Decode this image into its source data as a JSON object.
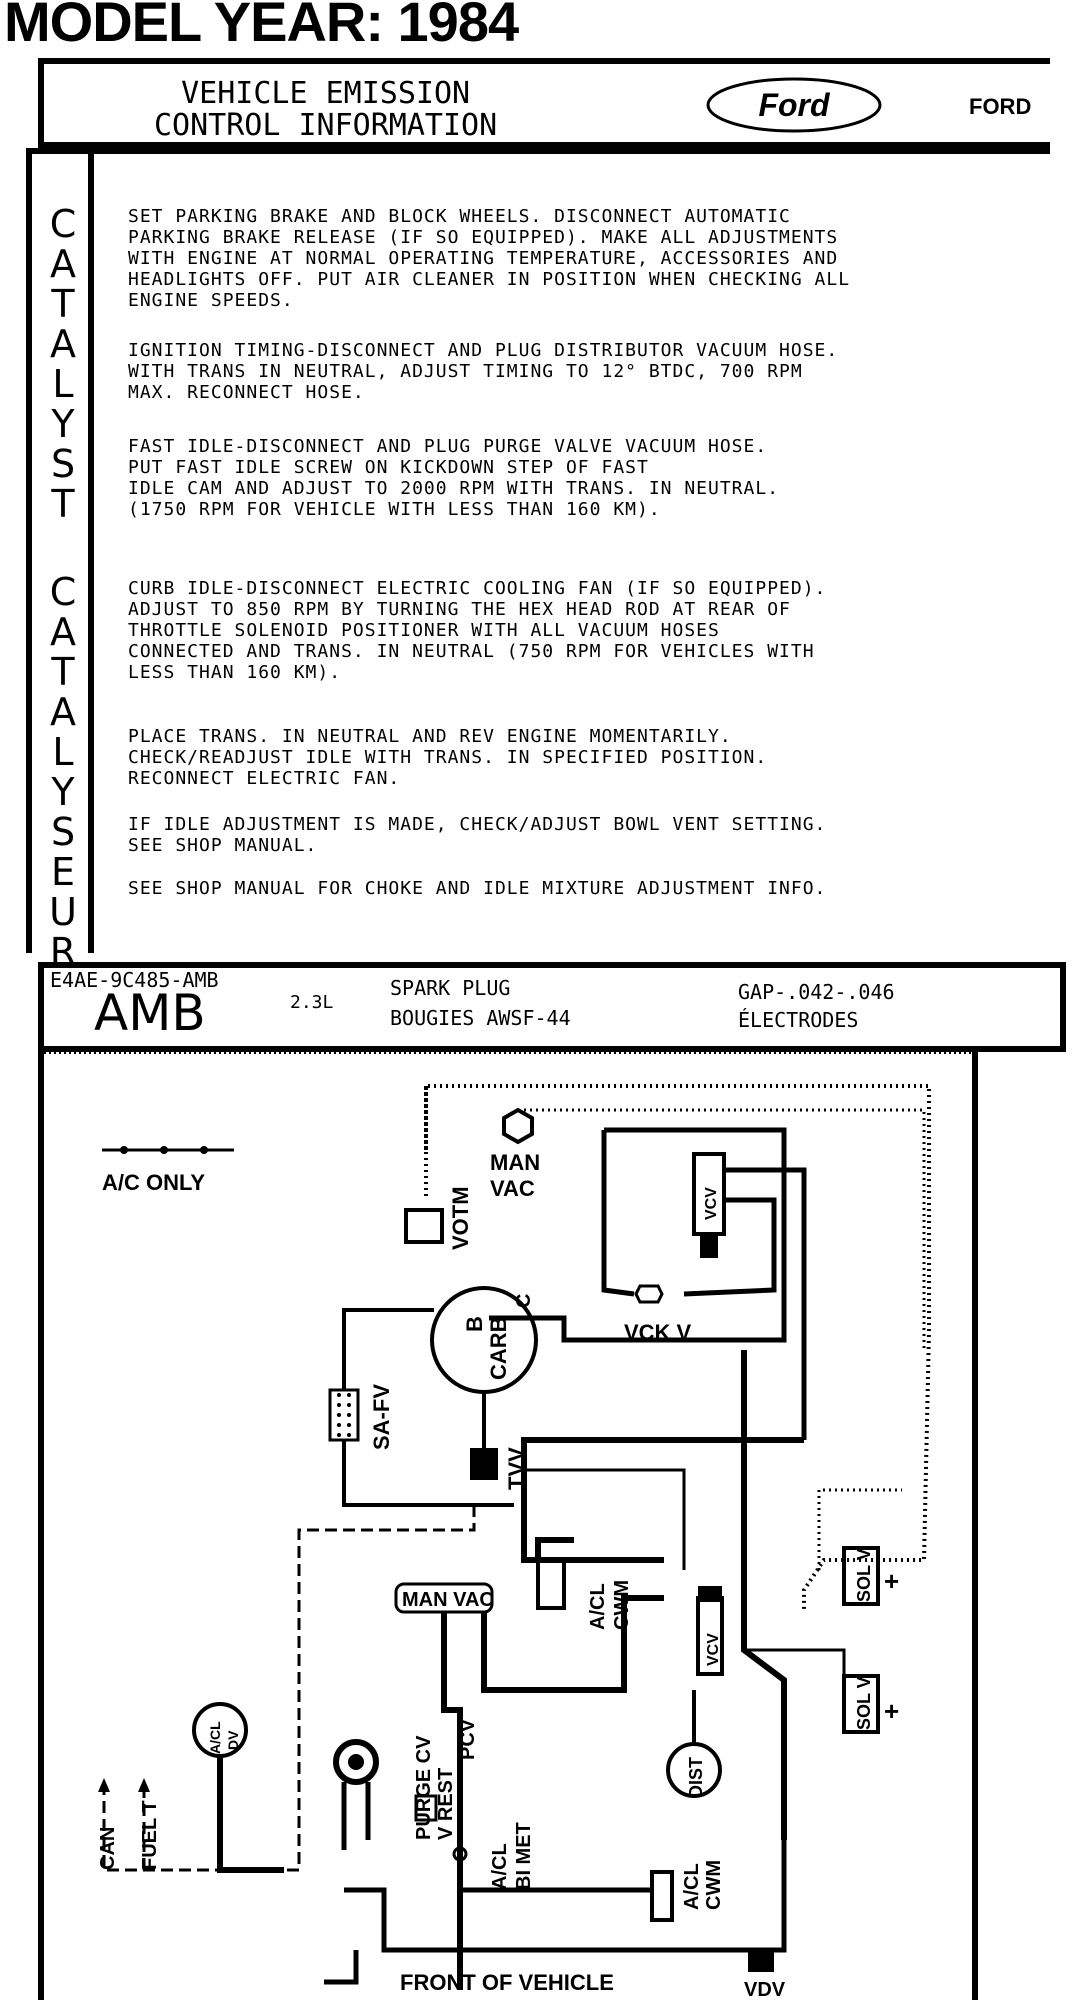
{
  "model_year": "MODEL YEAR: 1984",
  "header": {
    "title_line1": "VEHICLE  EMISSION",
    "title_line2": "CONTROL  INFORMATION",
    "logo_text": "Ford",
    "brand": "FORD"
  },
  "side_labels": {
    "catalyst": [
      "C",
      "A",
      "T",
      "A",
      "L",
      "Y",
      "S",
      "T"
    ],
    "catalyseur": [
      "C",
      "A",
      "T",
      "A",
      "L",
      "Y",
      "S",
      "E",
      "U",
      "R"
    ]
  },
  "instructions": [
    "SET PARKING BRAKE AND BLOCK WHEELS. DISCONNECT AUTOMATIC\nPARKING BRAKE RELEASE (IF SO EQUIPPED). MAKE ALL ADJUSTMENTS\nWITH ENGINE AT NORMAL OPERATING TEMPERATURE, ACCESSORIES AND\nHEADLIGHTS OFF. PUT AIR CLEANER IN POSITION WHEN CHECKING ALL\nENGINE SPEEDS.",
    "IGNITION TIMING-DISCONNECT AND PLUG DISTRIBUTOR VACUUM HOSE.\nWITH TRANS IN NEUTRAL, ADJUST TIMING TO 12° BTDC, 700 RPM\nMAX. RECONNECT HOSE.",
    "FAST IDLE-DISCONNECT AND PLUG PURGE VALVE VACUUM HOSE.\nPUT FAST IDLE SCREW ON KICKDOWN STEP OF FAST\nIDLE CAM AND ADJUST TO 2000 RPM WITH TRANS. IN NEUTRAL.\n(1750 RPM FOR VEHICLE WITH LESS THAN 160 KM).",
    "CURB IDLE-DISCONNECT ELECTRIC COOLING FAN (IF SO EQUIPPED).\nADJUST TO 850 RPM BY TURNING THE HEX HEAD ROD AT REAR OF\nTHROTTLE SOLENOID POSITIONER WITH ALL VACUUM HOSES\nCONNECTED AND TRANS. IN NEUTRAL (750 RPM FOR VEHICLES WITH\nLESS THAN 160 KM).",
    "PLACE TRANS. IN NEUTRAL AND REV ENGINE MOMENTARILY.\nCHECK/READJUST IDLE WITH TRANS. IN SPECIFIED POSITION.\nRECONNECT ELECTRIC FAN.",
    "IF IDLE ADJUSTMENT IS MADE, CHECK/ADJUST BOWL VENT SETTING.\nSEE SHOP MANUAL.",
    "SEE SHOP MANUAL FOR CHOKE AND IDLE MIXTURE ADJUSTMENT INFO."
  ],
  "spec": {
    "part_number": "E4AE-9C485-AMB",
    "code": "AMB",
    "engine": "2.3L",
    "plug_line1": "SPARK PLUG",
    "plug_line2": "BOUGIES AWSF-44",
    "gap_line1": "GAP-.042-.046",
    "gap_line2": "ÉLECTRODES"
  },
  "diagram": {
    "legend": "A/C ONLY",
    "man_vac_top": [
      "MAN",
      "VAC"
    ],
    "votm": "VOTM",
    "vcv": "VCV",
    "vck_v": "VCK V",
    "carb": "CARB",
    "carb_b": "B",
    "carb_c": "C",
    "sa_fv": "SA-FV",
    "tvv": "TVV",
    "man_vac_box": "MAN VAC",
    "acl_cwm_upper": [
      "A/CL",
      "CWM"
    ],
    "vcv_lower": "VCV",
    "sol_v": "SOL V",
    "dist": "DIST",
    "acl_dv": [
      "A/CL",
      "DV"
    ],
    "purge": [
      "PURGE CV",
      "V REST"
    ],
    "pcv": "PCV",
    "acl_bi_met": [
      "A/CL",
      "BI MET"
    ],
    "acl_cwm_lower": [
      "A/CL",
      "CWM"
    ],
    "can": "CAN",
    "fuel_t": "FUEL T",
    "front": "FRONT OF VEHICLE",
    "vdv": "VDV"
  }
}
